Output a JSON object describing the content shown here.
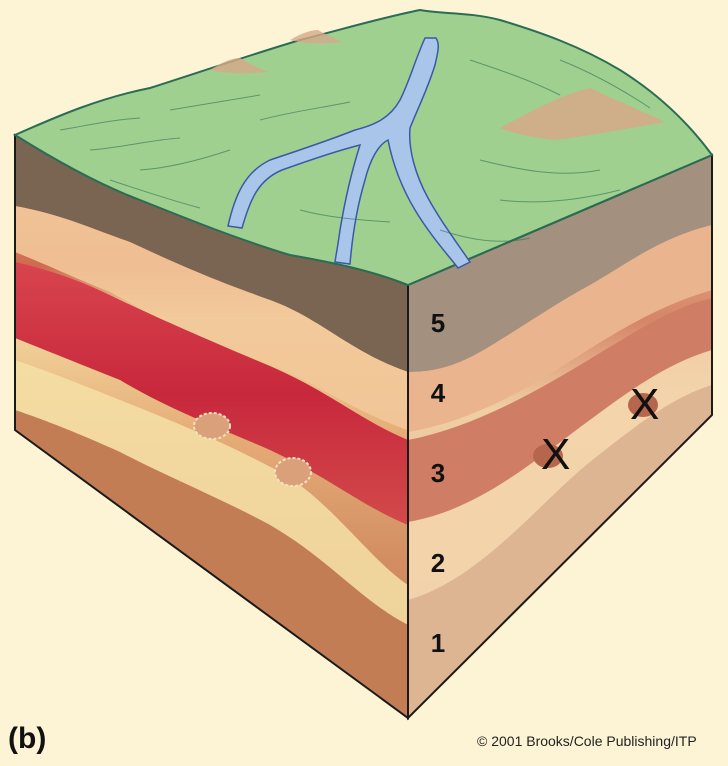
{
  "panel_label": "(b)",
  "layer_numbers": [
    "5",
    "4",
    "3",
    "2",
    "1"
  ],
  "markers": [
    "X",
    "X"
  ],
  "copyright": "© 2001 Brooks/Cole Publishing/ITP",
  "colors": {
    "background": "#fdf4d6",
    "land_surface": "#9fd08f",
    "river": "#a9c6ea",
    "outline": "#1a1a1a",
    "layer5_left": "#7a6452",
    "layer5_right": "#a4907e",
    "layer3_left": "#c8283c",
    "layer3_right": "#d0826a",
    "pale_band": "#f4e0a6",
    "base_left": "#c27d55",
    "base_right": "#ddb592"
  }
}
